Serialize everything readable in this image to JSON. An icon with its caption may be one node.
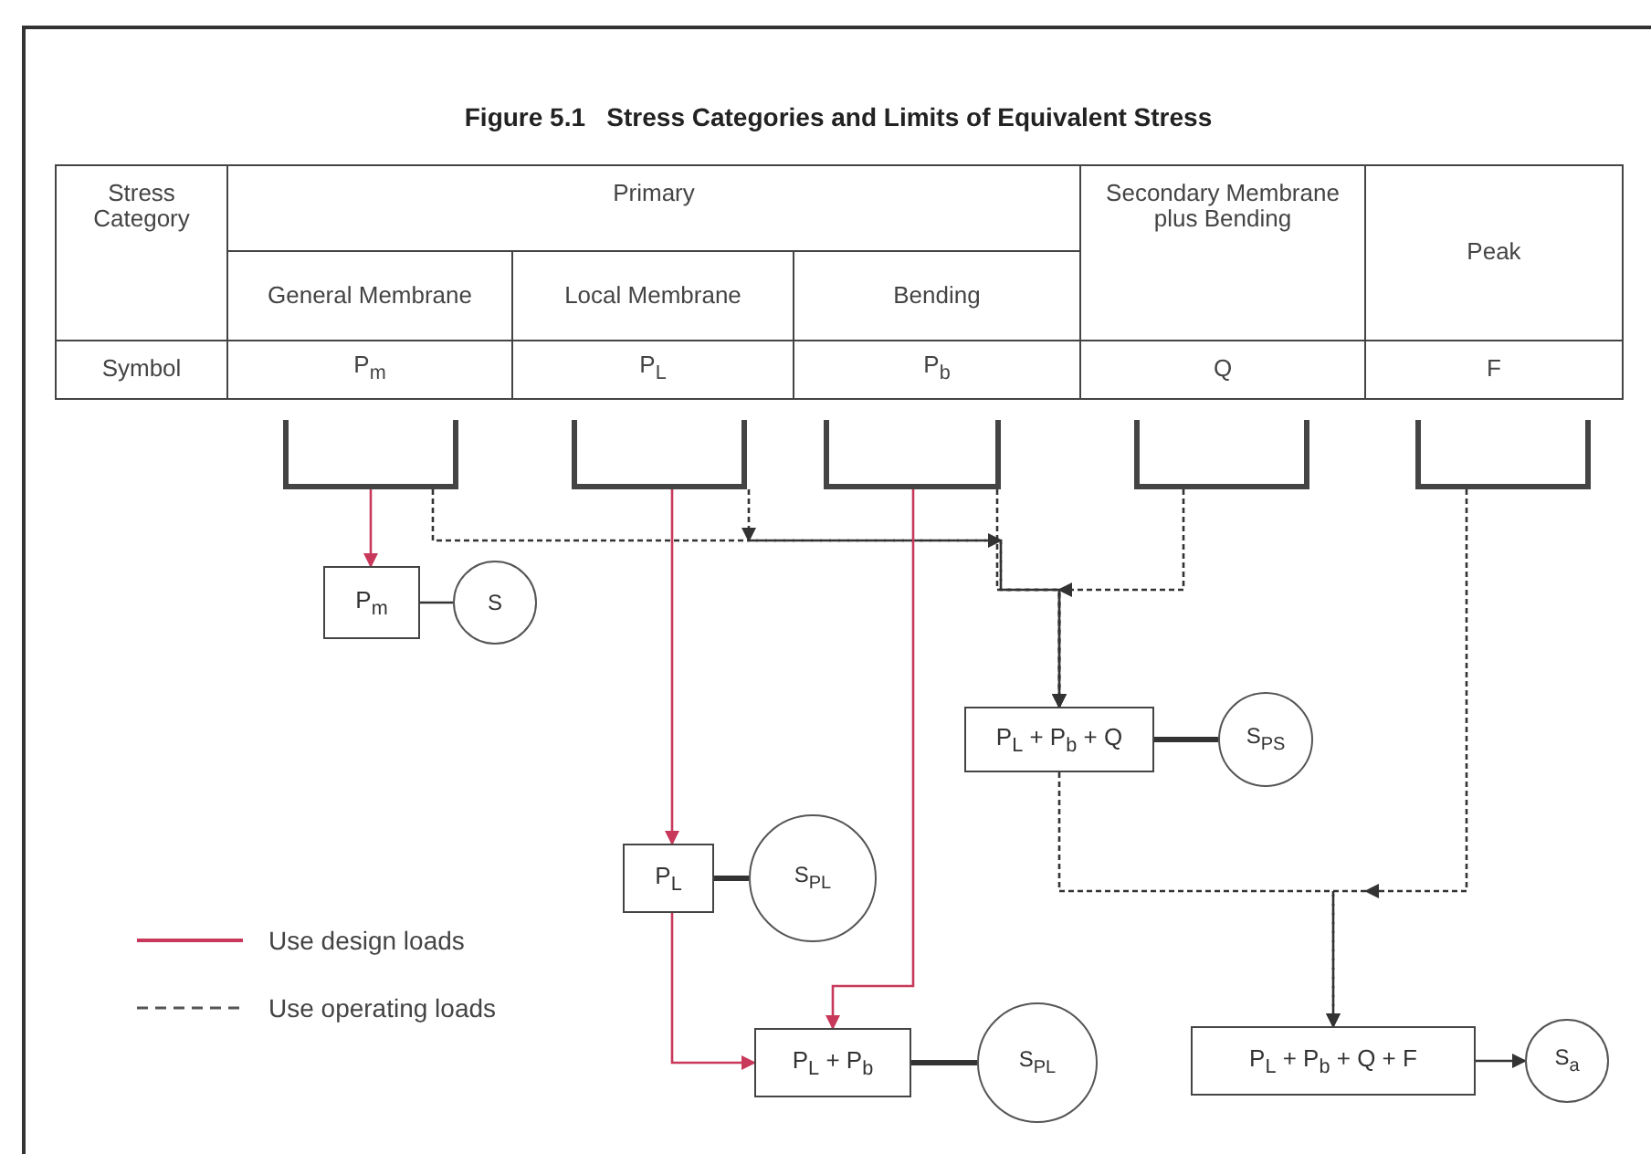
{
  "diagram": {
    "title": "Figure 5.1   Stress Categories and Limits of Equivalent Stress",
    "nodes": [
      {
        "text": [],
        "shape": "bracket"
      },
      {
        "text": [],
        "shape": "bracket"
      },
      {
        "text": [],
        "shape": "bracket"
      },
      {
        "text": [],
        "shape": "bracket"
      },
      {
        "text": [],
        "shape": "bracket"
      },
      {
        "text": [
          "P$_{m}$"
        ]
      },
      {
        "text": [
          "S"
        ]
      },
      {
        "text": [
          "P$_{L}$ + P$_{b}$ + Q"
        ]
      },
      {
        "text": [
          "S$_{PS}$"
        ]
      },
      {
        "text": [
          "P$_{L}$"
        ]
      },
      {
        "text": [
          "S$_{PL}$"
        ]
      },
      {
        "text": [
          "P$_{L}$ + P$_{b}$"
        ]
      },
      {
        "text": [
          "S$_{PL}$"
        ]
      },
      {
        "text": [
          "P$_{L}$ + P$_{b}$ + Q + F"
        ]
      },
      {
        "text": [
          "S$_{a}$"
        ]
      }
    ],
    "edges": [
      {
        "from": 0,
        "to": 5,
        "arrow": "to",
        "color": "#c8385a"
      },
      {
        "from": 5,
        "to": 6,
        "arrow": "none"
      },
      {
        "from": 0,
        "to": 7,
        "arrow": "to",
        "style": "dashed"
      },
      {
        "from": 1,
        "to": 7,
        "arrow": "to",
        "style": "dashed"
      },
      {
        "from": 2,
        "to": 7,
        "arrow": "to",
        "style": "dashed"
      },
      {
        "from": 3,
        "to": 7,
        "arrow": "to",
        "style": "dashed"
      },
      {
        "from": 1,
        "to": 9,
        "arrow": "to",
        "color": "#c8385a"
      },
      {
        "from": 2,
        "to": 11,
        "arrow": "to",
        "color": "#c8385a"
      },
      {
        "from": 9,
        "to": 11,
        "arrow": "to",
        "color": "#c8385a"
      },
      {
        "from": 9,
        "to": 10,
        "arrow": "none",
        "style": "thick"
      },
      {
        "from": 11,
        "to": 12,
        "arrow": "none",
        "style": "thick"
      },
      {
        "from": 7,
        "to": 8,
        "arrow": "none",
        "style": "thick"
      },
      {
        "from": 7,
        "to": 13,
        "arrow": "to",
        "style": "dashed"
      },
      {
        "from": 4,
        "to": 13,
        "arrow": "to",
        "style": "dashed"
      },
      {
        "from": 13,
        "to": 14,
        "arrow": "to"
      }
    ],
    "labels": [
      "Stress Category",
      "Primary",
      "Secondary Membrane plus Bending",
      "Peak",
      "General Membrane",
      "Local Membrane",
      "Bending",
      "Symbol",
      "P$_{m}$",
      "P$_{L}$",
      "P$_{b}$",
      "Q",
      "F"
    ],
    "legend": [
      {
        "text": "Use design loads"
      },
      {
        "text": "Use operating loads"
      }
    ]
  }
}
